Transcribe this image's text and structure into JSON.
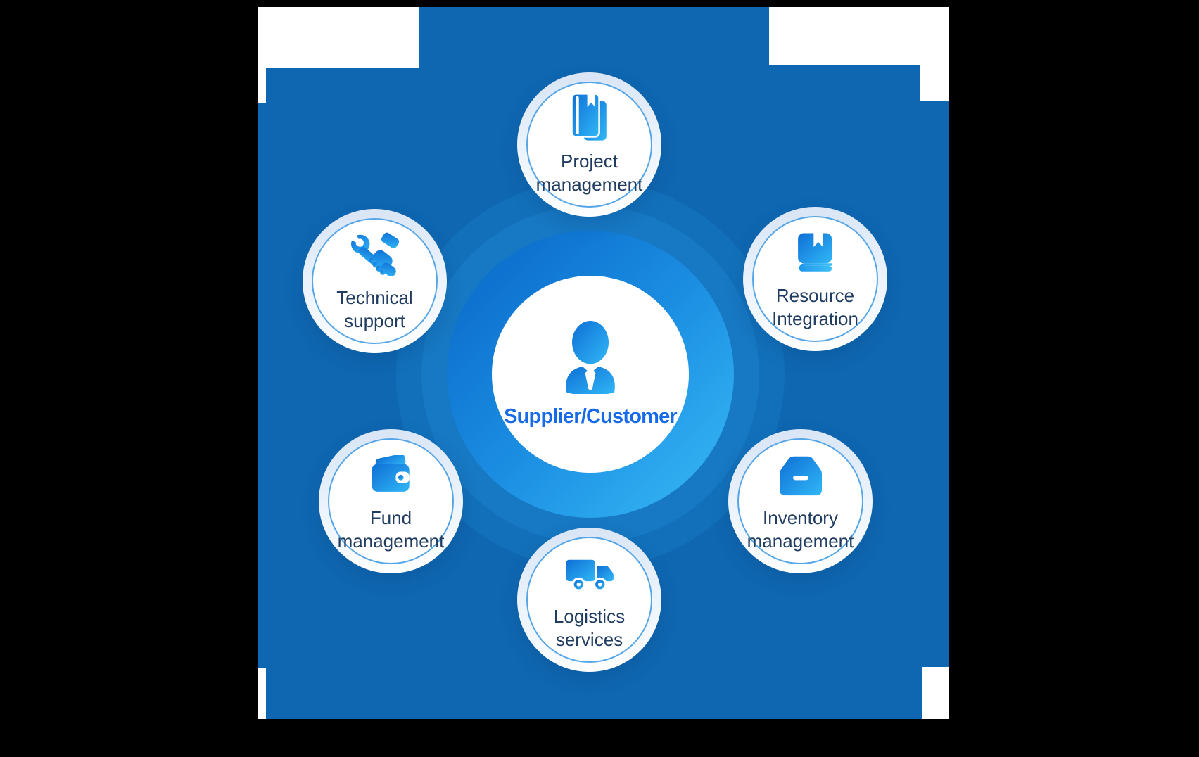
{
  "diagram": {
    "center": {
      "title": "Supplier/Customer",
      "icon": "businessperson-icon"
    },
    "satellites": [
      {
        "id": "project-management",
        "label": "Project management",
        "icon": "books-icon"
      },
      {
        "id": "technical-support",
        "label": "Technical support",
        "icon": "wrench-hand-icon"
      },
      {
        "id": "resource-integration",
        "label": "Resource Integration",
        "icon": "book-icon"
      },
      {
        "id": "fund-management",
        "label": "Fund management",
        "icon": "wallet-icon"
      },
      {
        "id": "inventory-management",
        "label": "Inventory management",
        "icon": "storage-box-icon"
      },
      {
        "id": "logistics-services",
        "label": "Logistics services",
        "icon": "truck-icon"
      }
    ]
  },
  "colors": {
    "bg-blue": "#0f67b1",
    "ring-outer": "#1270ba",
    "ring-inner": "#1778c3",
    "title-blue": "#176be8",
    "label-navy": "#203c61",
    "stroke-blue": "#55a6e9",
    "icon-grad-start": "#0e6fd6",
    "icon-grad-end": "#31b7f6"
  }
}
